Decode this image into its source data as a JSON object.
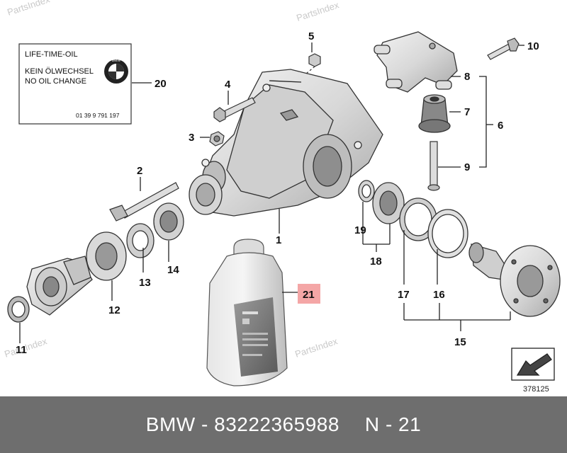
{
  "watermark": "PartsIndex",
  "label": {
    "line1": "LIFE-TIME-OIL",
    "line2": "KEIN ÖLWECHSEL",
    "line3": "NO OIL CHANGE",
    "code": "01 39 9 791 197",
    "logo_text": "BMW"
  },
  "callouts": [
    "1",
    "2",
    "3",
    "4",
    "5",
    "6",
    "7",
    "8",
    "9",
    "10",
    "11",
    "12",
    "13",
    "14",
    "15",
    "16",
    "17",
    "18",
    "19",
    "20",
    "21"
  ],
  "highlighted_callout": "21",
  "highlight_color": "#f4a6a6",
  "diagram_number": "378125",
  "footer": {
    "brand": "BMW",
    "separator": "-",
    "part_number": "83222365988",
    "position_prefix": "N",
    "position": "21",
    "background": "#6e6e6e"
  }
}
